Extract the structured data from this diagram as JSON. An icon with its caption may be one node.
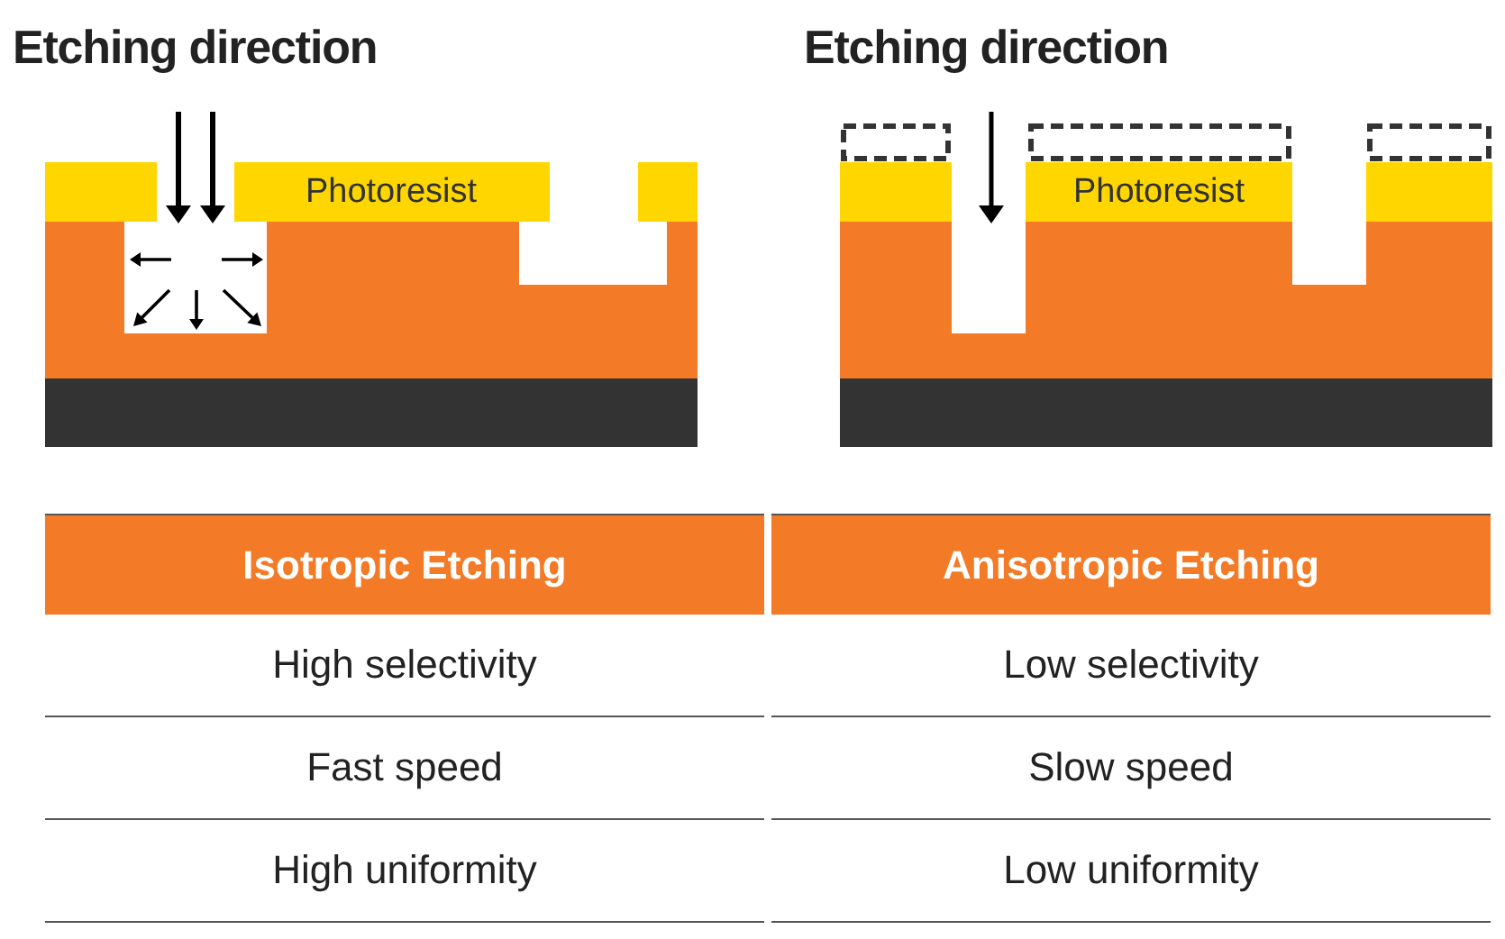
{
  "diagram": {
    "labels": [
      "Etching direction",
      "Etching direction",
      "Photoresist",
      "Photoresist",
      "Isotropic Etching",
      "Anisotropic Etching",
      "High selectivity",
      "Low selectivity",
      "Fast speed",
      "Slow speed",
      "High uniformity",
      "Low uniformity"
    ]
  }
}
